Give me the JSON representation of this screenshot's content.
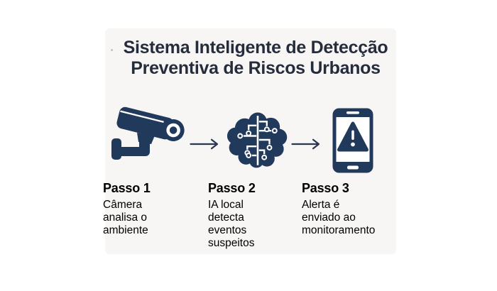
{
  "title": {
    "line1": "Sistema Inteligente de Detecção",
    "line2": "Preventiva de Riscos Urbanos"
  },
  "steps": [
    {
      "title": "Passo 1",
      "icon": "cctv-camera-icon",
      "description": "Câmera\nanalisa o\nambiente"
    },
    {
      "title": "Passo 2",
      "icon": "ai-brain-circuit-icon",
      "description": "IA local\ndetecta\neventos\nsuspeitos"
    },
    {
      "title": "Passo 3",
      "icon": "smartphone-alert-icon",
      "description": "Alerta é\nenviado ao\nmonitoramento"
    }
  ],
  "icons": {
    "step1": "cctv-camera-icon",
    "step2": "ai-brain-circuit-icon",
    "step3": "smartphone-alert-icon",
    "connector": "right-arrow-icon",
    "alert_symbol": "warning-triangle-icon"
  },
  "colors": {
    "icon_navy": "#21395a",
    "text_dark": "#252d3c",
    "panel_background": "#f7f6f4",
    "page_background": "#ffffff"
  }
}
